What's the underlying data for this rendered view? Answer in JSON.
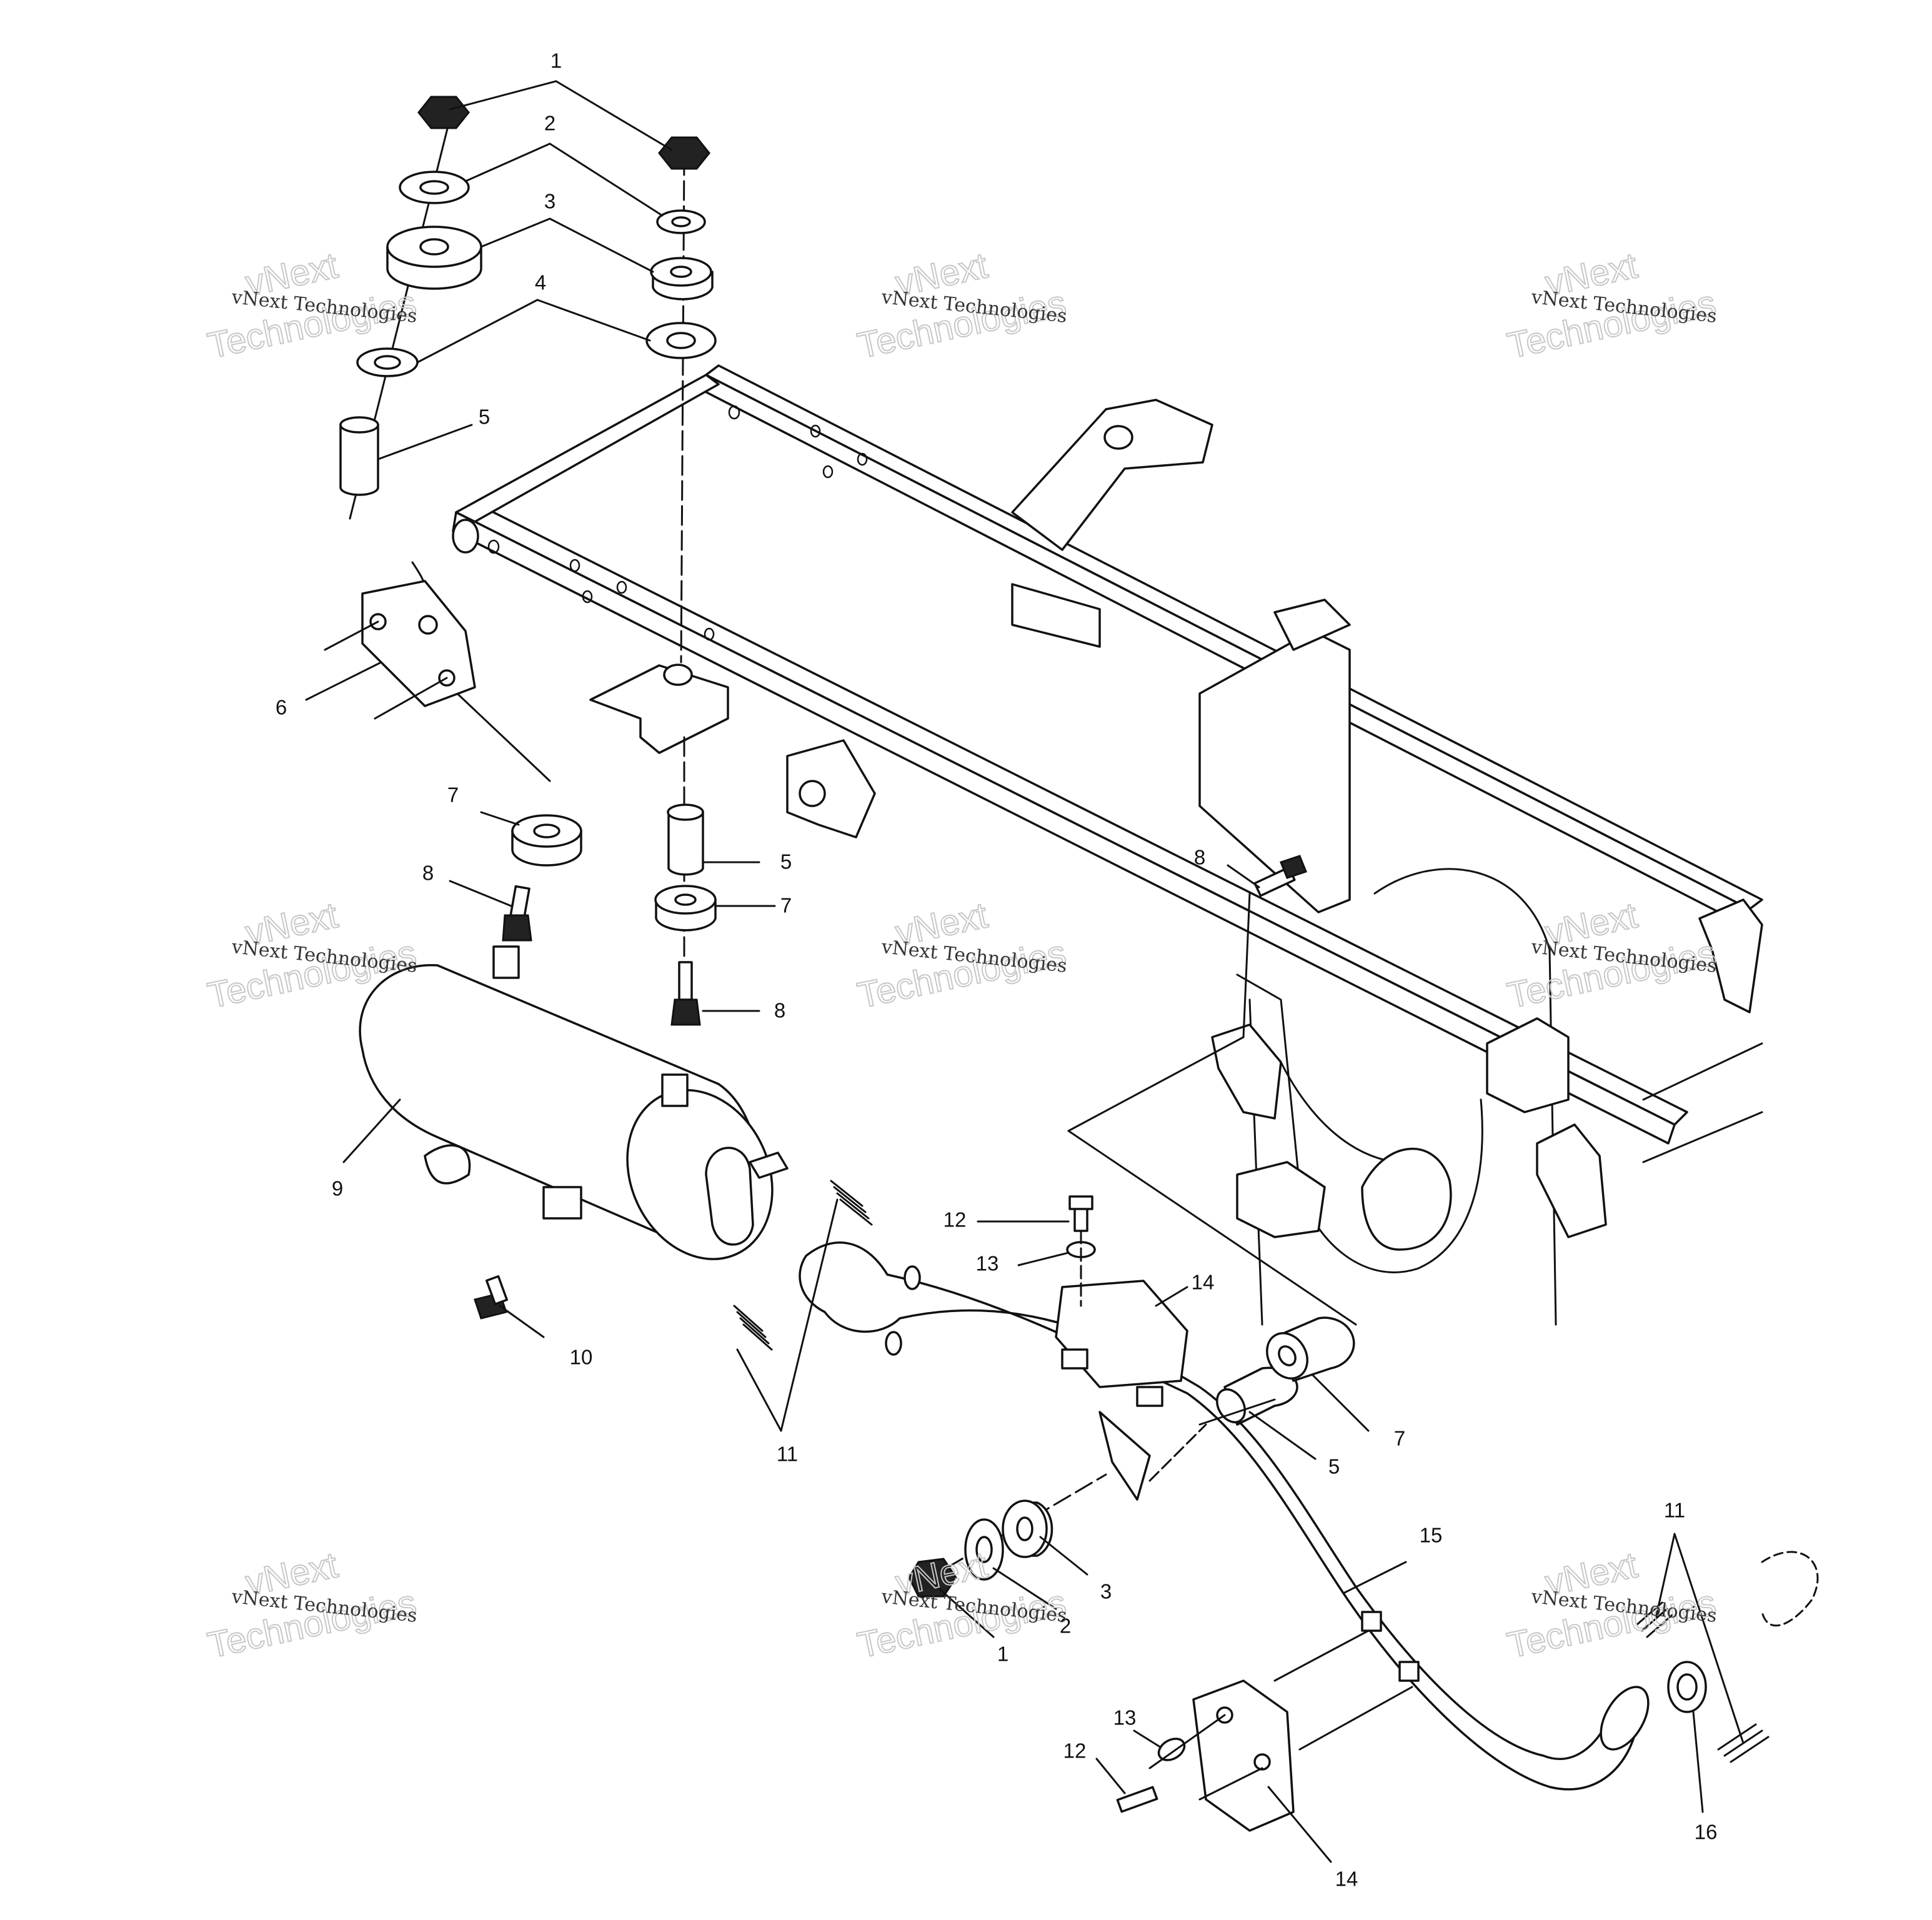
{
  "callouts": [
    {
      "id": "c1a",
      "label": "1"
    },
    {
      "id": "c2a",
      "label": "2"
    },
    {
      "id": "c3a",
      "label": "3"
    },
    {
      "id": "c4a",
      "label": "4"
    },
    {
      "id": "c5a",
      "label": "5"
    },
    {
      "id": "c6",
      "label": "6"
    },
    {
      "id": "c7a",
      "label": "7"
    },
    {
      "id": "c8a",
      "label": "8"
    },
    {
      "id": "c5b",
      "label": "5"
    },
    {
      "id": "c7b",
      "label": "7"
    },
    {
      "id": "c8b",
      "label": "8"
    },
    {
      "id": "c8c",
      "label": "8"
    },
    {
      "id": "c9",
      "label": "9"
    },
    {
      "id": "c10",
      "label": "10"
    },
    {
      "id": "c11a",
      "label": "11"
    },
    {
      "id": "c12a",
      "label": "12"
    },
    {
      "id": "c13a",
      "label": "13"
    },
    {
      "id": "c14a",
      "label": "14"
    },
    {
      "id": "c7c",
      "label": "7"
    },
    {
      "id": "c5c",
      "label": "5"
    },
    {
      "id": "c15",
      "label": "15"
    },
    {
      "id": "c3b",
      "label": "3"
    },
    {
      "id": "c2b",
      "label": "2"
    },
    {
      "id": "c1b",
      "label": "1"
    },
    {
      "id": "c13b",
      "label": "13"
    },
    {
      "id": "c12b",
      "label": "12"
    },
    {
      "id": "c14b",
      "label": "14"
    },
    {
      "id": "c11b",
      "label": "11"
    },
    {
      "id": "c16",
      "label": "16"
    }
  ],
  "watermark": {
    "line1": "vNext Technologies",
    "line2a": "vNext",
    "line2b": "Technologies"
  }
}
